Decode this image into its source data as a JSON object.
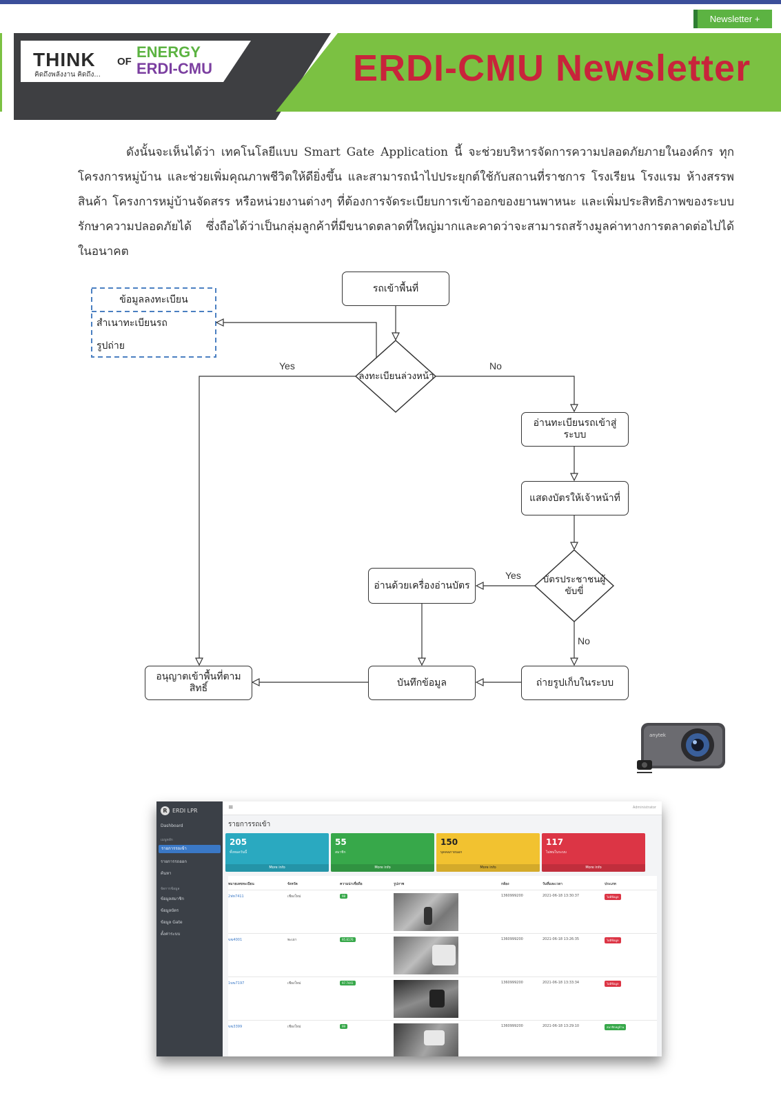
{
  "header": {
    "tag_label": "Newsletter  +",
    "logo_think": "THINK",
    "logo_of": "OF",
    "logo_thai": "คิดถึงพลังงาน คิดถึง...",
    "logo_energy": "ENERGY",
    "logo_erdi": "ERDI-CMU",
    "title": "ERDI-CMU  Newsletter"
  },
  "body_text": "ดังนั้นจะเห็นได้ว่า เทคโนโลยีแบบ Smart Gate Application นี้ จะช่วยบริหารจัดการความปลอดภัยภายในองค์กร ทุกโครงการหมู่บ้าน และช่วยเพิ่มคุณภาพชีวิตให้ดียิ่งขึ้น และสามารถนำไปประยุกต์ใช้กับสถานที่ราชการ โรงเรียน โรงแรม ห้างสรรพสินค้า โครงการหมู่บ้านจัดสรร หรือหน่วยงานต่างๆ ที่ต้องการจัดระเบียบการเข้าออกของยานพาหนะ และเพิ่มประสิทธิภาพของระบบรักษาความปลอดภัยได้ ซึ่งถือได้ว่าเป็นกลุ่มลูกค้าที่มีขนาดตลาดที่ใหญ่มากและคาดว่าจะสามารถสร้างมูลค่าทางการตลาดต่อไปได้ในอนาคต",
  "flowchart": {
    "start": "รถเข้าพื้นที่",
    "registration_title": "ข้อมูลลงทะเบียน",
    "registration_items": [
      "สำเนาทะเบียนรถ",
      "รูปถ่าย"
    ],
    "decision_registered": "ลงทะเบียนล่วงหน้า",
    "read_plate": "อ่านทะเบียนรถเข้าสู่ระบบ",
    "show_card": "แสดงบัตรให้เจ้าหน้าที่",
    "decision_id_card": "บัตรประชาชนผู้ขับขี่",
    "card_reader": "อ่านด้วยเครื่องอ่านบัตร",
    "save_data": "บันทึกข้อมูล",
    "take_photo": "ถ่ายรูปเก็บในระบบ",
    "allow_entry": "อนุญาตเข้าพื้นที่ตามสิทธิ์",
    "yes": "Yes",
    "no": "No"
  },
  "dashboard": {
    "brand": "ERDI LPR",
    "top_admin": "Administrator",
    "page_title": "รายการรถเข้า",
    "sidebar": [
      {
        "label": "Dashboard",
        "type": "item"
      },
      {
        "label": "เมนูหลัก",
        "type": "head"
      },
      {
        "label": "รายการรถเข้า",
        "type": "active"
      },
      {
        "label": "รายการรถออก",
        "type": "item"
      },
      {
        "label": "ค้นหา",
        "type": "item"
      },
      {
        "label": "จัดการข้อมูล",
        "type": "head"
      },
      {
        "label": "ข้อมูลสมาชิก",
        "type": "item"
      },
      {
        "label": "ข้อมูลบัตร",
        "type": "item"
      },
      {
        "label": "ข้อมูล Gate",
        "type": "item"
      },
      {
        "label": "ตั้งค่าระบบ",
        "type": "item"
      }
    ],
    "stats": [
      {
        "value": "205",
        "label": "ทั้งหมดวันนี้",
        "more": "More info",
        "color": "#2aa9c0"
      },
      {
        "value": "55",
        "label": "สมาชิก",
        "more": "More info",
        "color": "#37a84a"
      },
      {
        "value": "150",
        "label": "บุคคลภายนอก",
        "more": "More info",
        "color": "#f2c230"
      },
      {
        "value": "117",
        "label": "ไม่พบในระบบ",
        "more": "More info",
        "color": "#dc3545"
      }
    ],
    "columns": [
      "หมายเลขทะเบียน",
      "จังหวัด",
      "ความน่าเชื่อถือ",
      "รูปภาพ",
      "กล้อง",
      "วันที่และเวลา",
      "ประเภท"
    ],
    "rows": [
      {
        "plate": "2ฟท7411",
        "province": "เชียงใหม่",
        "conf": "98",
        "camera": "1360999200",
        "datetime": "2021-06-18 13:30:37",
        "type": "ไม่มีข้อมูล",
        "type_color": "#dc3545"
      },
      {
        "plate": "ฆฆ4001",
        "province": "พะเยา",
        "conf": "95.8176",
        "camera": "1360999200",
        "datetime": "2021-06-18 13:26:35",
        "type": "ไม่มีข้อมูล",
        "type_color": "#dc3545"
      },
      {
        "plate": "1ฆฆ7197",
        "province": "เชียงใหม่",
        "conf": "97.7441",
        "camera": "1360999200",
        "datetime": "2021-06-18 13:33:34",
        "type": "ไม่มีข้อมูล",
        "type_color": "#dc3545"
      },
      {
        "plate": "ฆฆ3399",
        "province": "เชียงใหม่",
        "conf": "99",
        "camera": "1360999200",
        "datetime": "2021-06-18 13:29:10",
        "type": "สมาชิกหมู่บ้าน",
        "type_color": "#37a84a"
      }
    ]
  }
}
